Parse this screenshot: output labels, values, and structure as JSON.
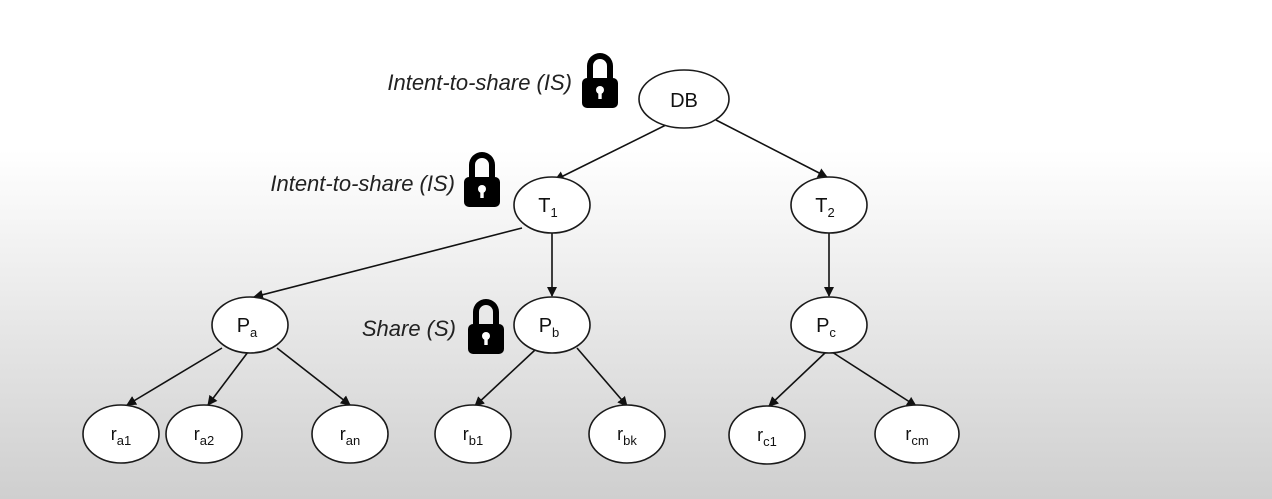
{
  "colors": {
    "stroke": "#1a1a1a",
    "node_fill": "#ffffff",
    "lock": "#000000"
  },
  "nodes": {
    "db": {
      "main": "DB",
      "sub": ""
    },
    "t1": {
      "main": "T",
      "sub": "1"
    },
    "t2": {
      "main": "T",
      "sub": "2"
    },
    "pa": {
      "main": "P",
      "sub": "a"
    },
    "pb": {
      "main": "P",
      "sub": "b"
    },
    "pc": {
      "main": "P",
      "sub": "c"
    },
    "ra1": {
      "main": "r",
      "sub": "a1"
    },
    "ra2": {
      "main": "r",
      "sub": "a2"
    },
    "ran": {
      "main": "r",
      "sub": "an"
    },
    "rb1": {
      "main": "r",
      "sub": "b1"
    },
    "rbk": {
      "main": "r",
      "sub": "bk"
    },
    "rc1": {
      "main": "r",
      "sub": "c1"
    },
    "rcm": {
      "main": "r",
      "sub": "cm"
    }
  },
  "locks": {
    "db_lock": {
      "label": "Intent-to-share (IS)",
      "icon": "padlock-icon"
    },
    "t1_lock": {
      "label": "Intent-to-share (IS)",
      "icon": "padlock-icon"
    },
    "pb_lock": {
      "label": "Share (S)",
      "icon": "padlock-icon"
    }
  }
}
